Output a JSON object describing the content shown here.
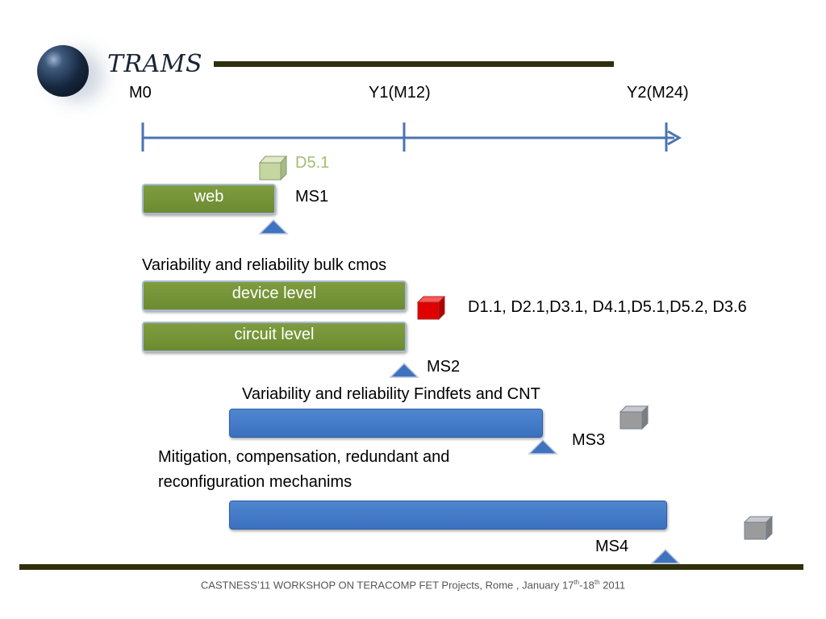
{
  "logo": {
    "text": "TRAMS"
  },
  "timeline": {
    "m0": "M0",
    "y1": "Y1(M12)",
    "y2": "Y2(M24)"
  },
  "rows": {
    "d51_label": "D5.1",
    "web_bar": "web",
    "ms1": "MS1",
    "section1_title": "Variability and reliability bulk cmos",
    "device_bar": "device level",
    "circuit_bar": "circuit level",
    "deliverables_list": "D1.1, D2.1,D3.1, D4.1,D5.1,D5.2, D3.6",
    "ms2": "MS2",
    "section2_title": "Variability and reliability Findfets and CNT",
    "ms3": "MS3",
    "section3_title_line1": "Mitigation, compensation, redundant and",
    "section3_title_line2": "reconfiguration mechanims",
    "ms4": "MS4"
  },
  "footer": {
    "prefix": "CASTNESS’11 WORKSHOP ON TERACOMP  FET Projects, Rome , January 17",
    "sup1": "th",
    "mid": "-18",
    "sup2": "th",
    "suffix": " 2011"
  },
  "colors": {
    "timeline": "#4a74b2",
    "bar_green": "#6c8a30",
    "bar_blue": "#3a70bf",
    "milestone": "#3f73bf",
    "cube_light_green": "#c6d6a0",
    "cube_red": "#e00000",
    "cube_gray": "#9b9b9b",
    "d51_text": "#9fbf6f"
  },
  "icons": [
    "milestone-triangle-icon",
    "deliverable-cube-icon"
  ]
}
